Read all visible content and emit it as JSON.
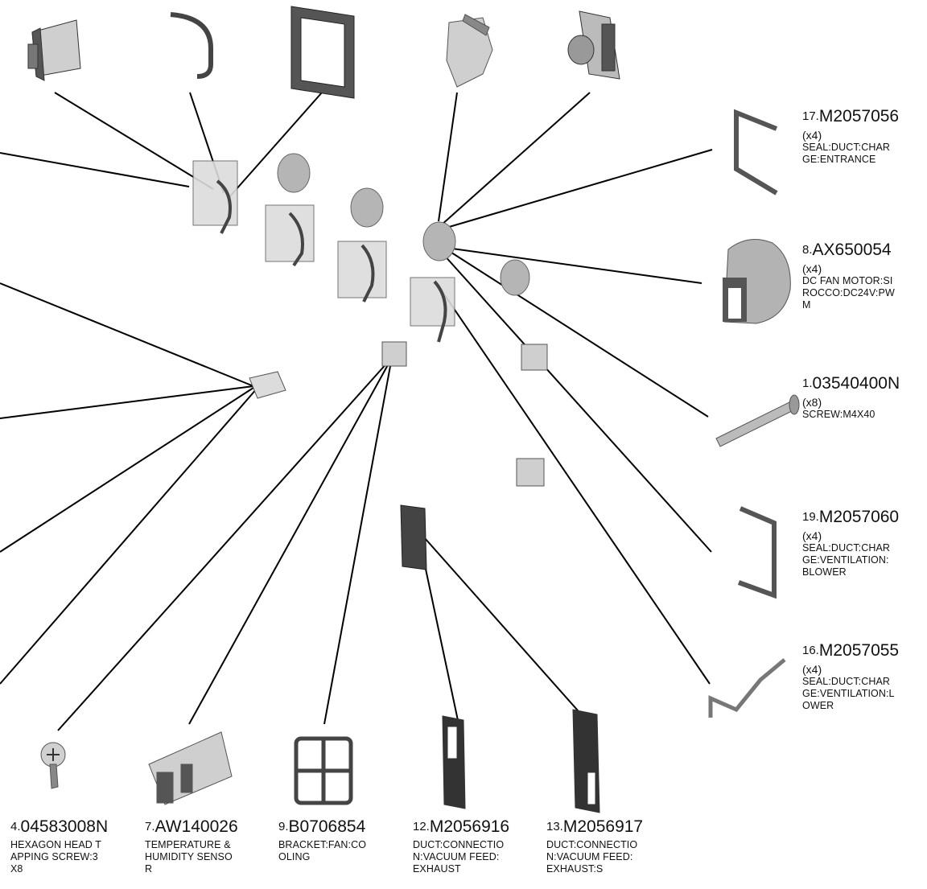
{
  "parts": [
    {
      "id": "p17",
      "num": "17.",
      "pn": "M2057056",
      "qty": "(x4)",
      "desc": "SEAL:DUCT:CHAR\nGE:ENTRANCE"
    },
    {
      "id": "p8",
      "num": "8.",
      "pn": "AX650054",
      "qty": "(x4)",
      "desc": "DC FAN MOTOR:SI\nROCCO:DC24V:PW\nM"
    },
    {
      "id": "p1",
      "num": "1.",
      "pn": "03540400N",
      "qty": "(x8)",
      "desc": "SCREW:M4X40"
    },
    {
      "id": "p19",
      "num": "19.",
      "pn": "M2057060",
      "qty": "(x4)",
      "desc": "SEAL:DUCT:CHAR\nGE:VENTILATION:\nBLOWER"
    },
    {
      "id": "p16",
      "num": "16.",
      "pn": "M2057055",
      "qty": "(x4)",
      "desc": "SEAL:DUCT:CHAR\nGE:VENTILATION:L\nOWER"
    },
    {
      "id": "p4",
      "num": "4.",
      "pn": "04583008N",
      "qty": "",
      "desc": "HEXAGON HEAD T\nAPPING SCREW:3\nX8"
    },
    {
      "id": "p7",
      "num": "7.",
      "pn": "AW140026",
      "qty": "",
      "desc": "TEMPERATURE &\nHUMIDITY SENSO\nR"
    },
    {
      "id": "p9",
      "num": "9.",
      "pn": "B0706854",
      "qty": "",
      "desc": "BRACKET:FAN:CO\nOLING"
    },
    {
      "id": "p12",
      "num": "12.",
      "pn": "M2056916",
      "qty": "",
      "desc": "DUCT:CONNECTIO\nN:VACUUM FEED:\nEXHAUST"
    },
    {
      "id": "p13",
      "num": "13.",
      "pn": "M2056917",
      "qty": "",
      "desc": "DUCT:CONNECTIO\nN:VACUUM FEED:\nEXHAUST:S"
    }
  ],
  "colors": {
    "line": "#000000",
    "part_light": "#d9d9d9",
    "part_mid": "#a6a6a6",
    "part_dark": "#4a4a4a"
  }
}
